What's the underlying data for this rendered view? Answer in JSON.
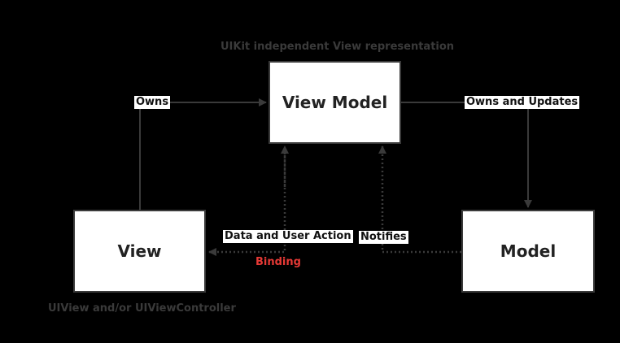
{
  "nodes": {
    "view_model": {
      "label": "View Model",
      "caption": "UIKit independent View representation"
    },
    "view": {
      "label": "View",
      "caption": "UIView and/or UIViewController"
    },
    "model": {
      "label": "Model"
    }
  },
  "edges": {
    "owns": "Owns",
    "owns_and_updates": "Owns and Updates",
    "data_and_user_action": "Data and User Action",
    "notifies": "Notifies",
    "binding": "Binding"
  },
  "colors": {
    "background": "#000000",
    "box_fill": "#ffffff",
    "line": "#3a3a3a",
    "binding_text": "#e53935"
  }
}
